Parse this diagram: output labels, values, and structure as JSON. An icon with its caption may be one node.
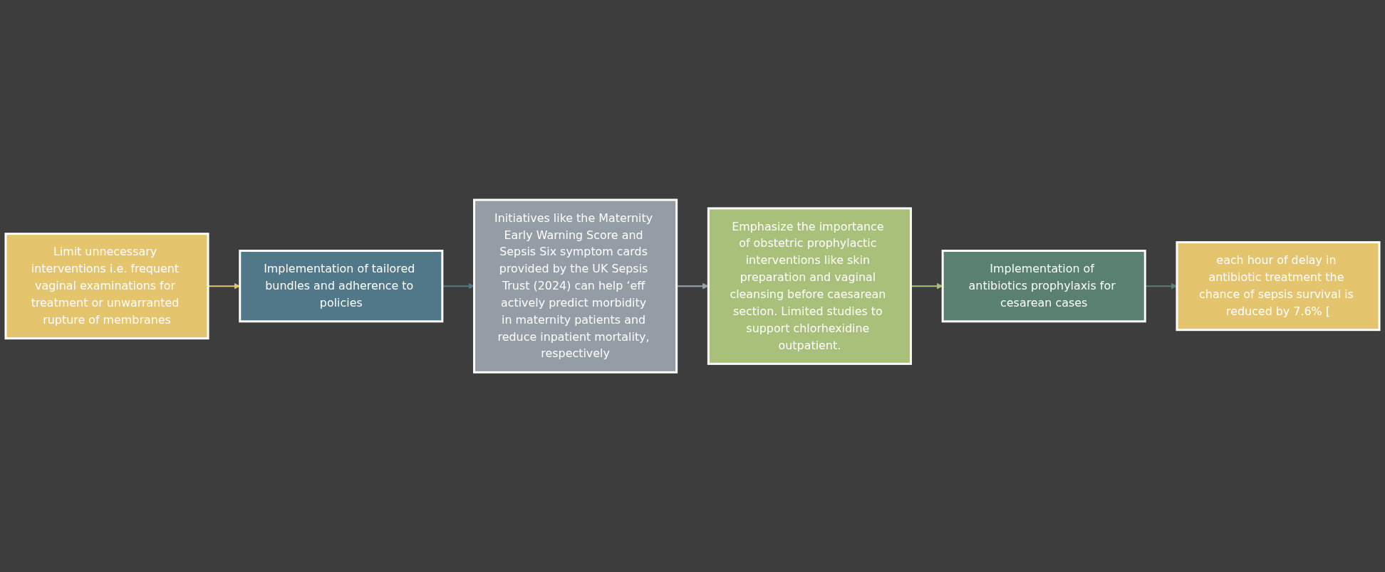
{
  "diagram": {
    "nodes": [
      {
        "text": [
          "Limit unnecessary interventions i.e. frequent vaginal examinations for treatment or unwarranted rupture of membranes"
        ]
      },
      {
        "text": [
          "Implementation of tailored bundles and adherence to policies"
        ]
      },
      {
        "text": [
          "Initiatives like the Maternity Early Warning Score and Sepsis Six symptom cards provided by the UK Sepsis Trust (2024) can help ‘eff actively predict morbidity in maternity patients and reduce inpatient mortality, respectively"
        ]
      },
      {
        "text": [
          "Emphasize the importance of obstetric prophylactic interventions like skin preparation and vaginal cleansing before caesarean section. Limited studies to support chlorhexidine outpatient."
        ]
      },
      {
        "text": [
          "Implementation of antibiotics prophylaxis for cesarean cases"
        ]
      },
      {
        "text": [
          "each hour of delay in antibiotic treatment the chance of sepsis survival is reduced by 7.6% ["
        ]
      }
    ],
    "edges": [
      {
        "from": 0,
        "to": 1,
        "arrow": "to",
        "color": "#e5c46e"
      },
      {
        "from": 1,
        "to": 2,
        "arrow": "to",
        "color": "#53788a"
      },
      {
        "from": 2,
        "to": 3,
        "arrow": "to",
        "color": "#9aa3ad"
      },
      {
        "from": 3,
        "to": 4,
        "arrow": "to",
        "color": "#a8c07a"
      },
      {
        "from": 4,
        "to": 5,
        "arrow": "to",
        "color": "#5a8070"
      }
    ]
  }
}
